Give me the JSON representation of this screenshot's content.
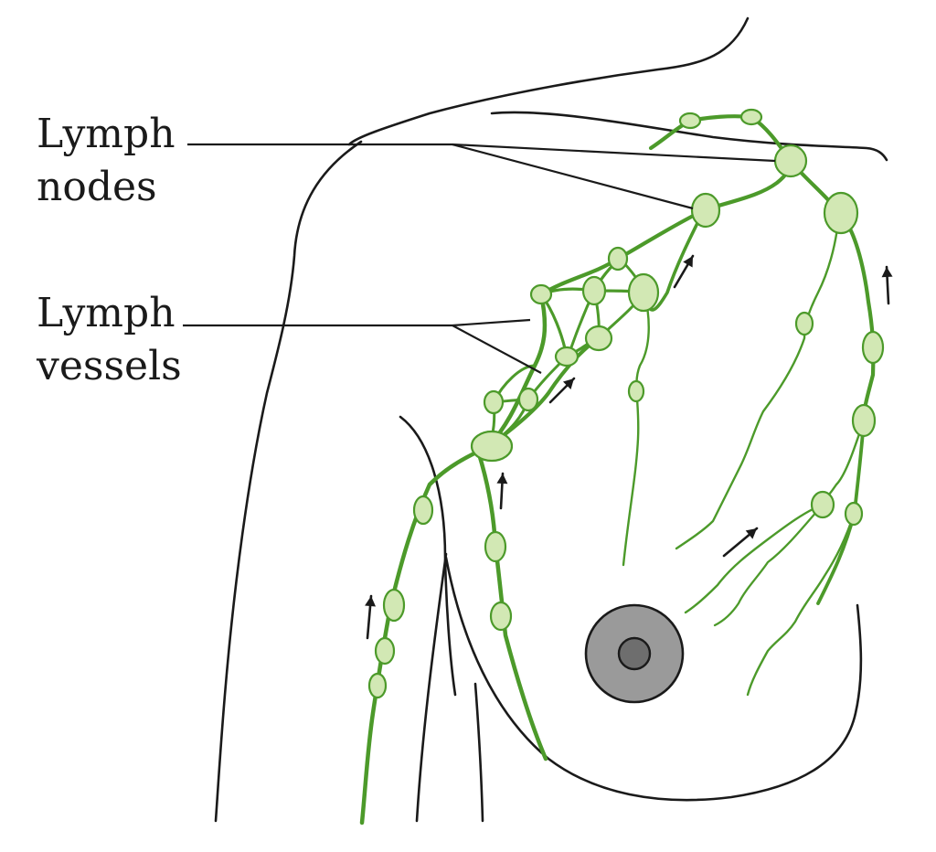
{
  "labels": {
    "lymph_nodes": [
      "Lymph",
      "nodes"
    ],
    "lymph_vessels": [
      "Lymph",
      "vessels"
    ]
  },
  "colors": {
    "vessel": "#4c9a2a",
    "node_fill": "#d2e8b4",
    "outline": "#1a1a1a",
    "nipple_outer": "#9a9a9a",
    "nipple_inner": "#6e6e6e"
  }
}
